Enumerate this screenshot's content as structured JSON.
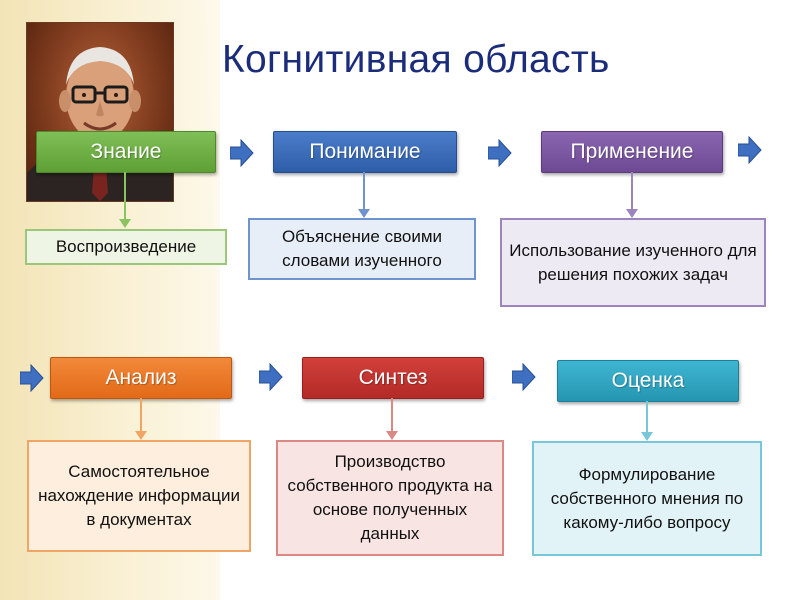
{
  "title": "Когнитивная область",
  "colors": {
    "green": "#6aab3f",
    "blue": "#3a6bb8",
    "purple": "#7b57a3",
    "orange": "#ec7a26",
    "red": "#c23531",
    "teal": "#2ea5c2",
    "title": "#1a2c7a",
    "arrow": "#3f6fc0"
  },
  "portrait": {
    "description": "portrait-photo"
  },
  "levels": [
    {
      "id": "knowledge",
      "heading": "Знание",
      "color": "green",
      "description": "Воспроизведение"
    },
    {
      "id": "comprehension",
      "heading": "Понимание",
      "color": "blue",
      "description": "Объяснение своими словами изученного"
    },
    {
      "id": "application",
      "heading": "Применение",
      "color": "purple",
      "description": "Использование изученного для решения похожих задач"
    },
    {
      "id": "analysis",
      "heading": "Анализ",
      "color": "orange",
      "description": "Самостоятельное нахождение информации в документах"
    },
    {
      "id": "synthesis",
      "heading": "Синтез",
      "color": "red",
      "description": "Производство собственного продукта на основе полученных данных"
    },
    {
      "id": "evaluation",
      "heading": "Оценка",
      "color": "teal",
      "description": "Формулирование собственного мнения по какому-либо вопросу"
    }
  ],
  "flow_arrow_icon": "chevron-right-arrow-icon"
}
